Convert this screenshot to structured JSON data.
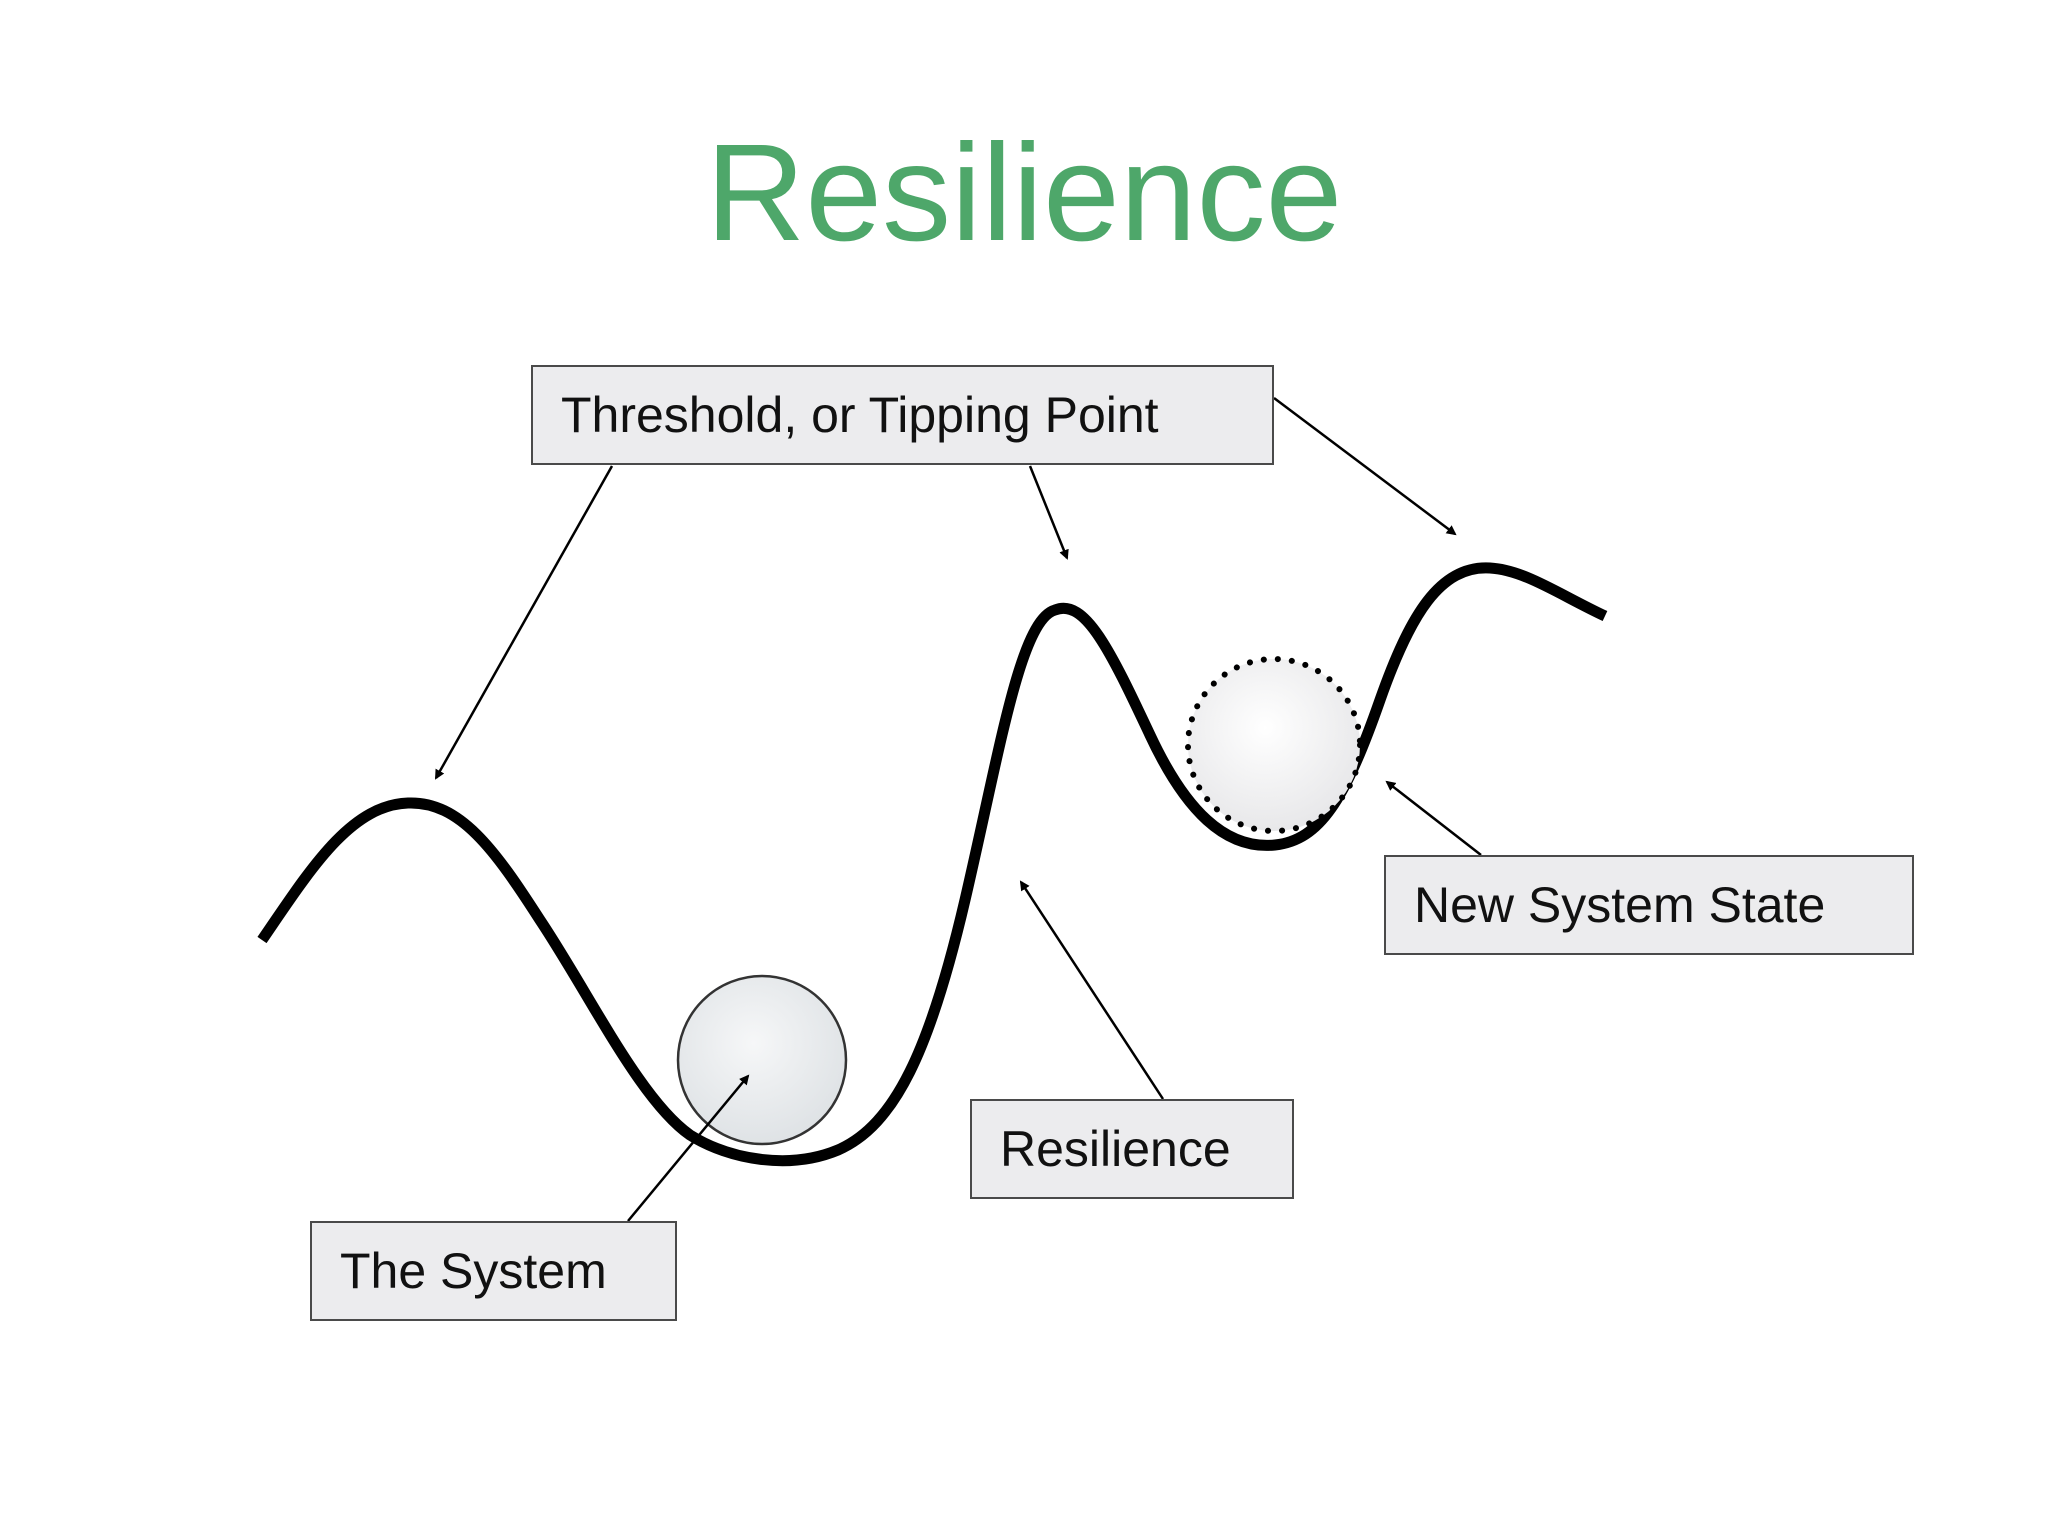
{
  "title": "Resilience",
  "labels": {
    "threshold": "Threshold, or Tipping Point",
    "new_system_state": "New System State",
    "resilience": "Resilience",
    "the_system": "The System"
  },
  "colors": {
    "title": "#4ea76a",
    "box_fill": "#ececee",
    "curve": "#000000"
  }
}
